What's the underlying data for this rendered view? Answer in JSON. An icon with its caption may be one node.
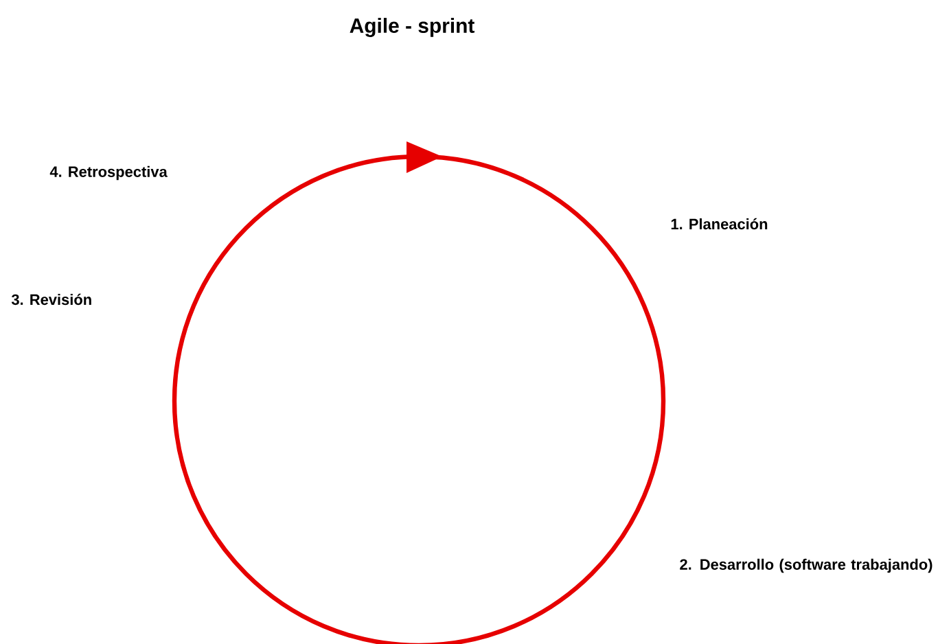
{
  "diagram": {
    "title": "Agile - sprint",
    "labels": [
      "4. Retrospectiva",
      "1. Planeación",
      "3. Revisión",
      "2. Desarrollo (software trabajando)"
    ]
  }
}
